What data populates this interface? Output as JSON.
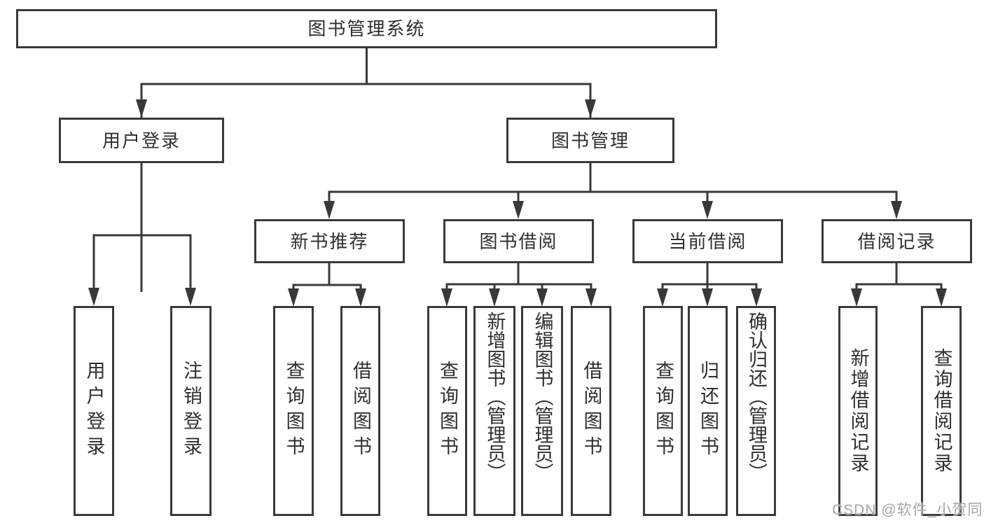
{
  "diagram_title": "图书管理系统",
  "tree": {
    "root": {
      "label": "图书管理系统"
    },
    "children": [
      {
        "label": "用户登录",
        "children": [
          {
            "label": "用户登录"
          },
          {
            "label": "注销登录"
          }
        ]
      },
      {
        "label": "图书管理",
        "children": [
          {
            "label": "新书推荐",
            "children": [
              {
                "label": "查询图书"
              },
              {
                "label": "借阅图书"
              }
            ]
          },
          {
            "label": "图书借阅",
            "children": [
              {
                "label": "查询图书"
              },
              {
                "label": "新增图书（管理员）"
              },
              {
                "label": "编辑图书（管理员）"
              },
              {
                "label": "借阅图书"
              }
            ]
          },
          {
            "label": "当前借阅",
            "children": [
              {
                "label": "查询图书"
              },
              {
                "label": "归还图书"
              },
              {
                "label": "确认归还（管理员）"
              }
            ]
          },
          {
            "label": "借阅记录",
            "children": [
              {
                "label": "新增借阅记录"
              },
              {
                "label": "查询借阅记录"
              }
            ]
          }
        ]
      }
    ]
  },
  "watermark": {
    "text": "CSDN @软件_小贺同学"
  },
  "colors": {
    "line": "#383838",
    "border": "#3a3a3a",
    "text": "#2f2f2f",
    "watermark": "#a6a6a6",
    "background": "#ffffff"
  }
}
